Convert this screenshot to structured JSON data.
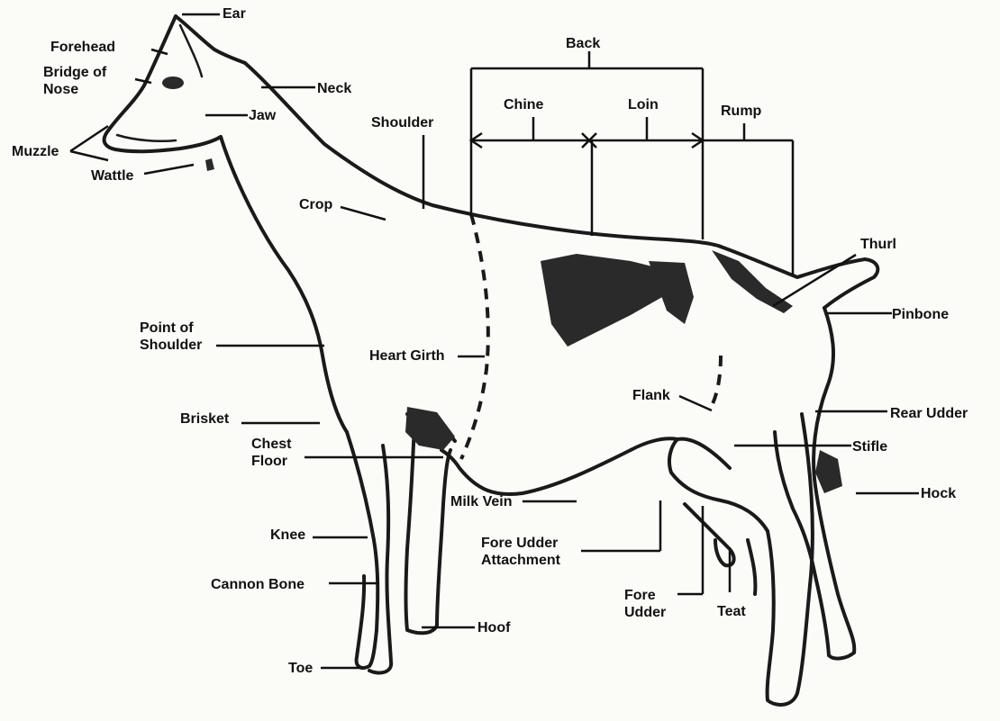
{
  "labels": {
    "ear": "Ear",
    "forehead": "Forehead",
    "bridge_of_nose": "Bridge of Nose",
    "neck": "Neck",
    "jaw": "Jaw",
    "muzzle": "Muzzle",
    "wattle": "Wattle",
    "shoulder": "Shoulder",
    "crop": "Crop",
    "back": "Back",
    "chine": "Chine",
    "loin": "Loin",
    "rump": "Rump",
    "thurl": "Thurl",
    "pinbone": "Pinbone",
    "point_of_shoulder": "Point of Shoulder",
    "heart_girth": "Heart Girth",
    "brisket": "Brisket",
    "chest_floor": "Chest Floor",
    "flank": "Flank",
    "rear_udder": "Rear Udder",
    "stifle": "Stifle",
    "hock": "Hock",
    "milk_vein": "Milk Vein",
    "knee": "Knee",
    "fore_udder_attachment": "Fore Udder Attachment",
    "cannon_bone": "Cannon Bone",
    "fore_udder": "Fore Udder",
    "teat": "Teat",
    "hoof": "Hoof",
    "toe": "Toe"
  }
}
